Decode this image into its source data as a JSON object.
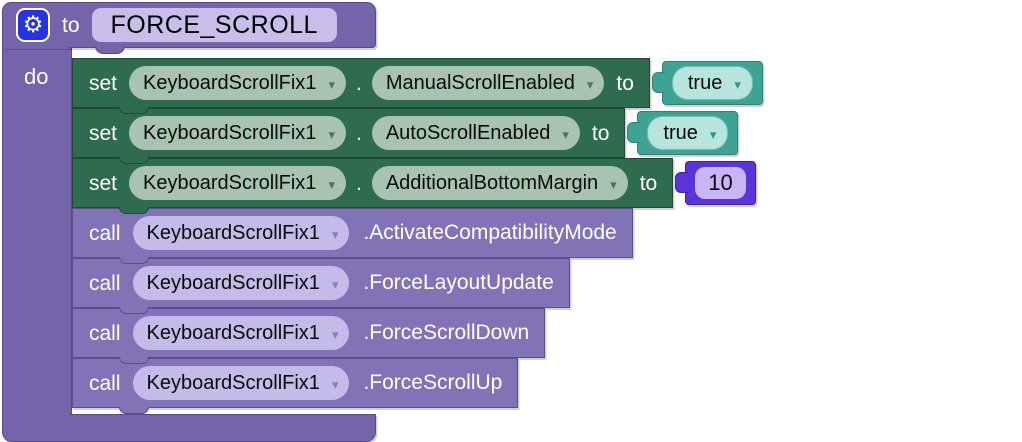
{
  "procedure": {
    "keyword_to": "to",
    "name": "FORCE_SCROLL",
    "do_label": "do"
  },
  "icons": {
    "gear": "⚙"
  },
  "colors": {
    "wrapper_purple": "#7464A9",
    "call_purple": "#8273B6",
    "set_green": "#2F6B4E",
    "logic_teal": "#3EA295",
    "math_violet": "#5C33D9",
    "gear_blue": "#2733DC"
  },
  "blocks": [
    {
      "keyword": "set",
      "component": "KeyboardScrollFix1",
      "separator": ".",
      "property": "ManualScrollEnabled",
      "to": "to",
      "value": "true"
    },
    {
      "keyword": "set",
      "component": "KeyboardScrollFix1",
      "separator": ".",
      "property": "AutoScrollEnabled",
      "to": "to",
      "value": "true"
    },
    {
      "keyword": "set",
      "component": "KeyboardScrollFix1",
      "separator": ".",
      "property": "AdditionalBottomMargin",
      "to": "to",
      "value": "10"
    },
    {
      "keyword": "call",
      "component": "KeyboardScrollFix1",
      "method": ".ActivateCompatibilityMode"
    },
    {
      "keyword": "call",
      "component": "KeyboardScrollFix1",
      "method": ".ForceLayoutUpdate"
    },
    {
      "keyword": "call",
      "component": "KeyboardScrollFix1",
      "method": ".ForceScrollDown"
    },
    {
      "keyword": "call",
      "component": "KeyboardScrollFix1",
      "method": ".ForceScrollUp"
    }
  ]
}
